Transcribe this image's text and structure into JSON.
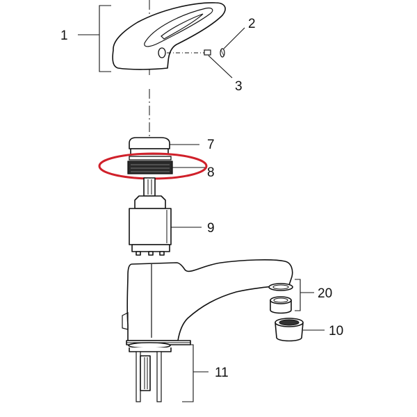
{
  "labels": {
    "p1": "1",
    "p2": "2",
    "p3": "3",
    "p7": "7",
    "p8": "8",
    "p9": "9",
    "p20": "20",
    "p10": "10",
    "p11": "11"
  },
  "highlight_color": "#d0202a"
}
